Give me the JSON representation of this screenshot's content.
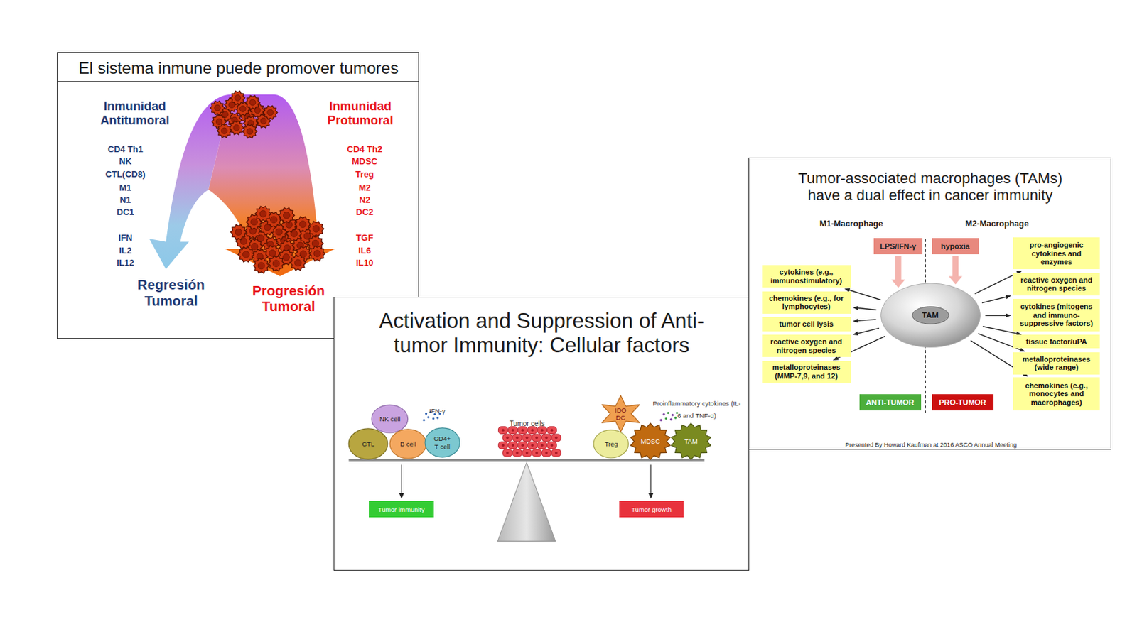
{
  "diagram": {
    "nodes": [
      {
        "text": [
          "El sistema inmune puede promover tumores",
          "Inmunidad Antitumoral",
          "CD4 Th1",
          "NK",
          "CTL(CD8)",
          "M1",
          "N1",
          "DC1",
          "IFN",
          "IL2",
          "IL12",
          "Regresión Tumoral",
          "Inmunidad Protumoral",
          "CD4 Th2",
          "MDSC",
          "Treg",
          "M2",
          "N2",
          "DC2",
          "TGF",
          "IL6",
          "IL10",
          "Progresión Tumoral"
        ]
      },
      {
        "text": [
          "Activation and Suppression of Anti-tumor Immunity: Cellular factors",
          "IFN-γ",
          "Tumor cells",
          "Proinflammatory cytokines (IL-6 and TNF-α)"
        ]
      },
      {
        "text": [
          "NK cell"
        ],
        "in": 1
      },
      {
        "text": [
          "CTL"
        ],
        "in": 1
      },
      {
        "text": [
          "B cell"
        ],
        "in": 1
      },
      {
        "text": [
          "CD4+ T cell"
        ],
        "in": 1
      },
      {
        "text": [
          "IDO DC"
        ],
        "in": 1
      },
      {
        "text": [
          "Treg"
        ],
        "in": 1
      },
      {
        "text": [
          "MDSC"
        ],
        "in": 1
      },
      {
        "text": [
          "TAM"
        ],
        "in": 1
      },
      {
        "text": [
          "Tumor immunity"
        ],
        "in": 1
      },
      {
        "text": [
          "Tumor growth"
        ],
        "in": 1
      },
      {
        "text": [
          "Tumor-associated macrophages (TAMs) have a dual effect in cancer immunity",
          "M1-Macrophage",
          "M2-Macrophage",
          "Presented By Howard Kaufman at 2016 ASCO Annual Meeting"
        ]
      },
      {
        "text": [
          "LPS/IFN-γ"
        ],
        "in": 12
      },
      {
        "text": [
          "hypoxia"
        ],
        "in": 12
      },
      {
        "text": [
          "TAM"
        ],
        "in": 12
      },
      {
        "text": [
          "cytokines (e.g., immunostimulatory)"
        ],
        "in": 12
      },
      {
        "text": [
          "chemokines (e.g., for lymphocytes)"
        ],
        "in": 12
      },
      {
        "text": [
          "tumor cell lysis"
        ],
        "in": 12
      },
      {
        "text": [
          "reactive oxygen and nitrogen species"
        ],
        "in": 12
      },
      {
        "text": [
          "metalloproteinases (MMP-7,9, and 12)"
        ],
        "in": 12
      },
      {
        "text": [
          "pro-angiogenic cytokines and enzymes"
        ],
        "in": 12
      },
      {
        "text": [
          "reactive oxygen and nitrogen species"
        ],
        "in": 12
      },
      {
        "text": [
          "cytokines (mitogens and immuno-suppressive factors)"
        ],
        "in": 12
      },
      {
        "text": [
          "tissue factor/uPA"
        ],
        "in": 12
      },
      {
        "text": [
          "metalloproteinases (wide range)"
        ],
        "in": 12
      },
      {
        "text": [
          "chemokines (e.g., monocytes and macrophages)"
        ],
        "in": 12
      },
      {
        "text": [
          "ANTI-TUMOR"
        ],
        "in": 12
      },
      {
        "text": [
          "PRO-TUMOR"
        ],
        "in": 12
      }
    ],
    "edges": [
      {
        "from": 13,
        "to": 15,
        "arrow": "to"
      },
      {
        "from": 14,
        "to": 15,
        "arrow": "to"
      },
      {
        "from": 15,
        "to": 16,
        "arrow": "to"
      },
      {
        "from": 15,
        "to": 17,
        "arrow": "to"
      },
      {
        "from": 15,
        "to": 18,
        "arrow": "to"
      },
      {
        "from": 15,
        "to": 19,
        "arrow": "to"
      },
      {
        "from": 15,
        "to": 20,
        "arrow": "to"
      },
      {
        "from": 15,
        "to": 21,
        "arrow": "to"
      },
      {
        "from": 15,
        "to": 22,
        "arrow": "to"
      },
      {
        "from": 15,
        "to": 23,
        "arrow": "to"
      },
      {
        "from": 15,
        "to": 24,
        "arrow": "to"
      },
      {
        "from": 15,
        "to": 25,
        "arrow": "to"
      },
      {
        "from": 15,
        "to": 26,
        "arrow": "to"
      }
    ]
  }
}
